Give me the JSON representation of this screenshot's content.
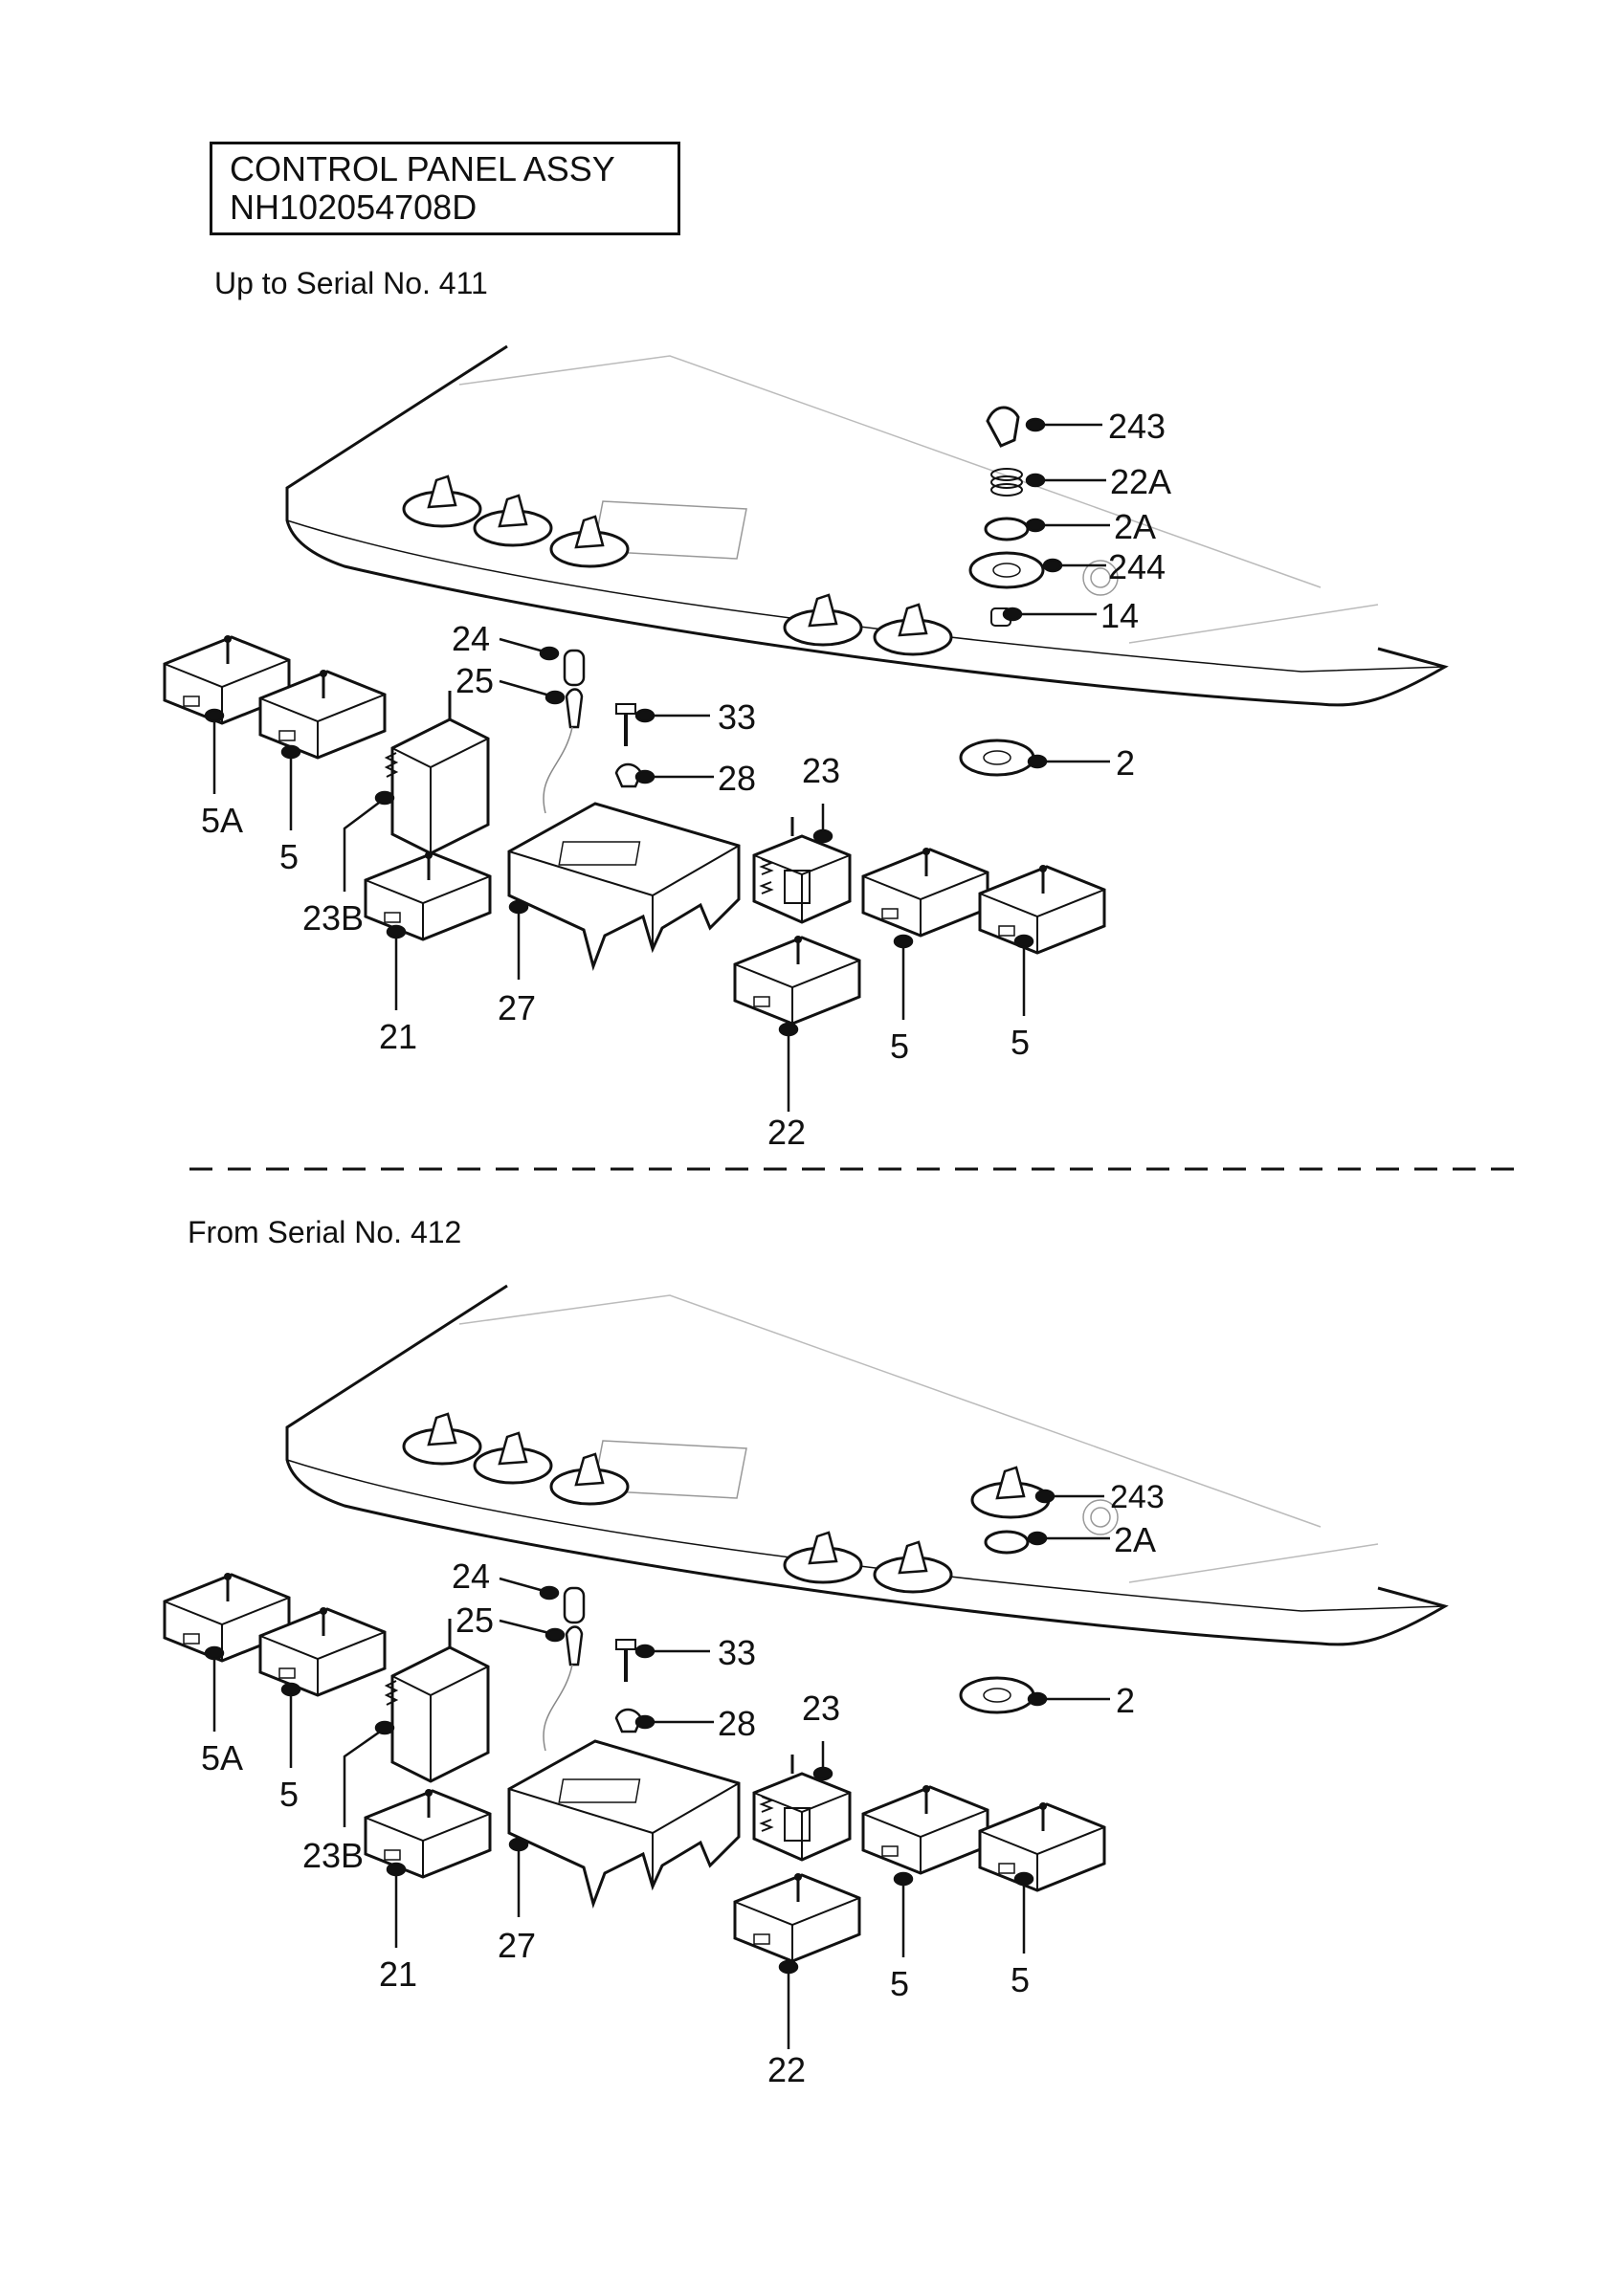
{
  "header": {
    "title_line1": "CONTROL PANEL  ASSY",
    "title_line2": "NH102054708D"
  },
  "sections": [
    {
      "note": "Up to Serial No. 411",
      "callouts": [
        "243",
        "22A",
        "2A",
        "244",
        "14",
        "24",
        "25",
        "33",
        "28",
        "23",
        "2",
        "5A",
        "5",
        "23B",
        "21",
        "27",
        "22",
        "5",
        "5"
      ]
    },
    {
      "note": "From Serial No. 412",
      "callouts": [
        "243",
        "2A",
        "24",
        "25",
        "33",
        "28",
        "23",
        "2",
        "5A",
        "5",
        "23B",
        "21",
        "27",
        "22",
        "5",
        "5"
      ]
    }
  ]
}
